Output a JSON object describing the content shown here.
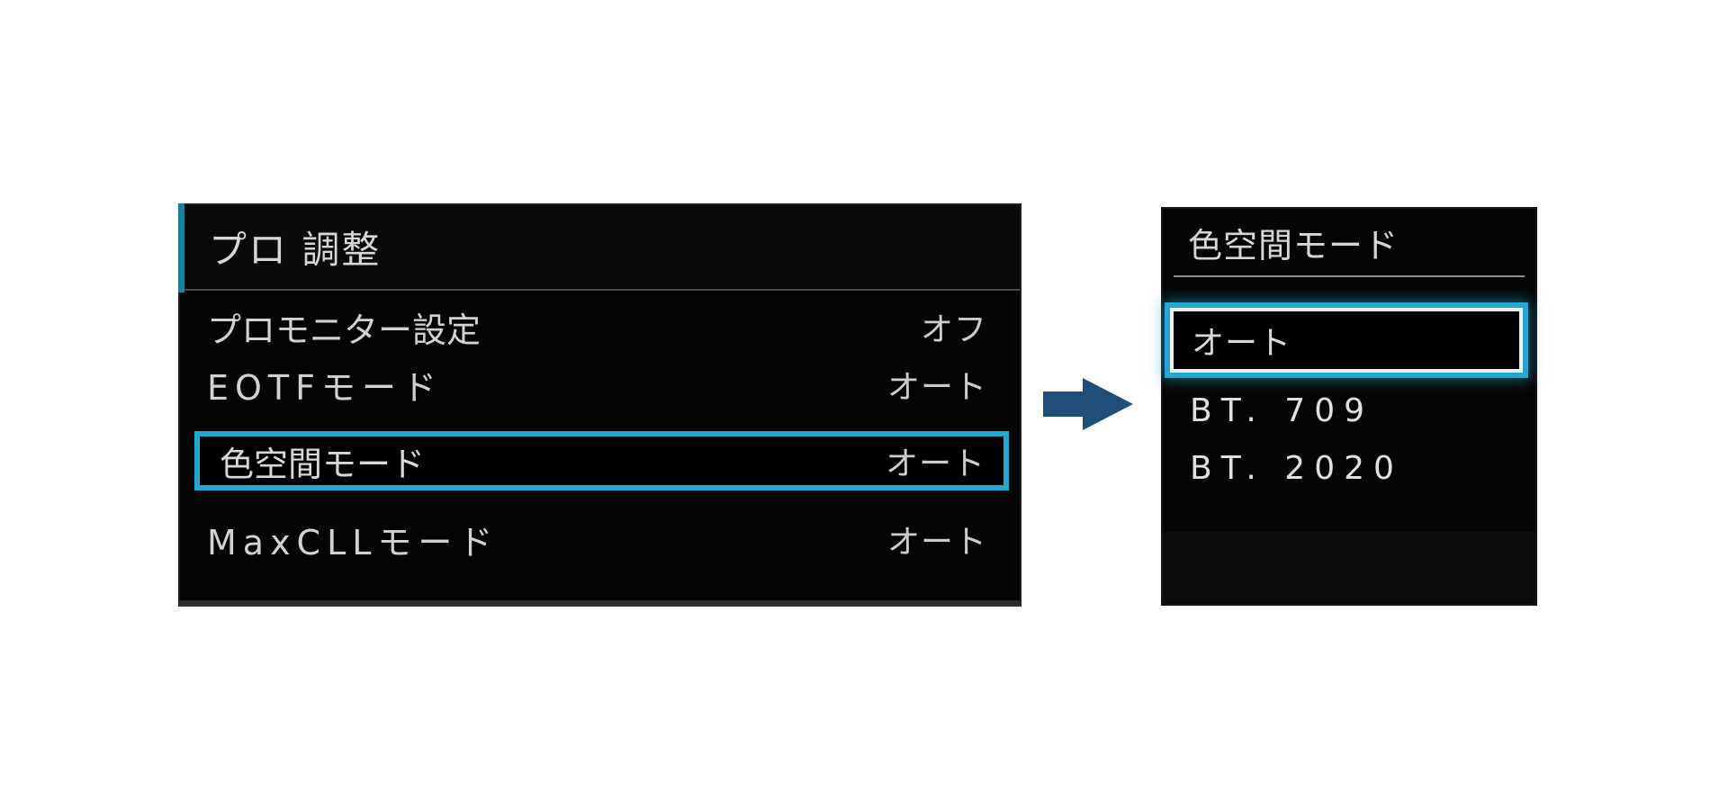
{
  "left_panel": {
    "title": "プロ 調整",
    "rows": [
      {
        "label": "プロモニター設定",
        "value": "オフ",
        "highlighted": false
      },
      {
        "label": "EOTFモード",
        "value": "オート",
        "highlighted": false
      },
      {
        "label": "色空間モード",
        "value": "オート",
        "highlighted": true
      },
      {
        "label": "MaxCLLモード",
        "value": "オート",
        "highlighted": false
      }
    ]
  },
  "arrow": {
    "icon": "right-arrow-icon",
    "color": "#1f4e79"
  },
  "right_panel": {
    "title": "色空間モード",
    "options": [
      {
        "label": "オート",
        "selected": true
      },
      {
        "label": "BT. 709",
        "selected": false
      },
      {
        "label": "BT. 2020",
        "selected": false
      }
    ]
  },
  "colors": {
    "highlight_cyan": "#21a8d1",
    "accent_teal": "#1f7e99",
    "selected_border_white": "#eeeeee",
    "panel_background": "#040404",
    "text_light": "#d6d6d6"
  }
}
